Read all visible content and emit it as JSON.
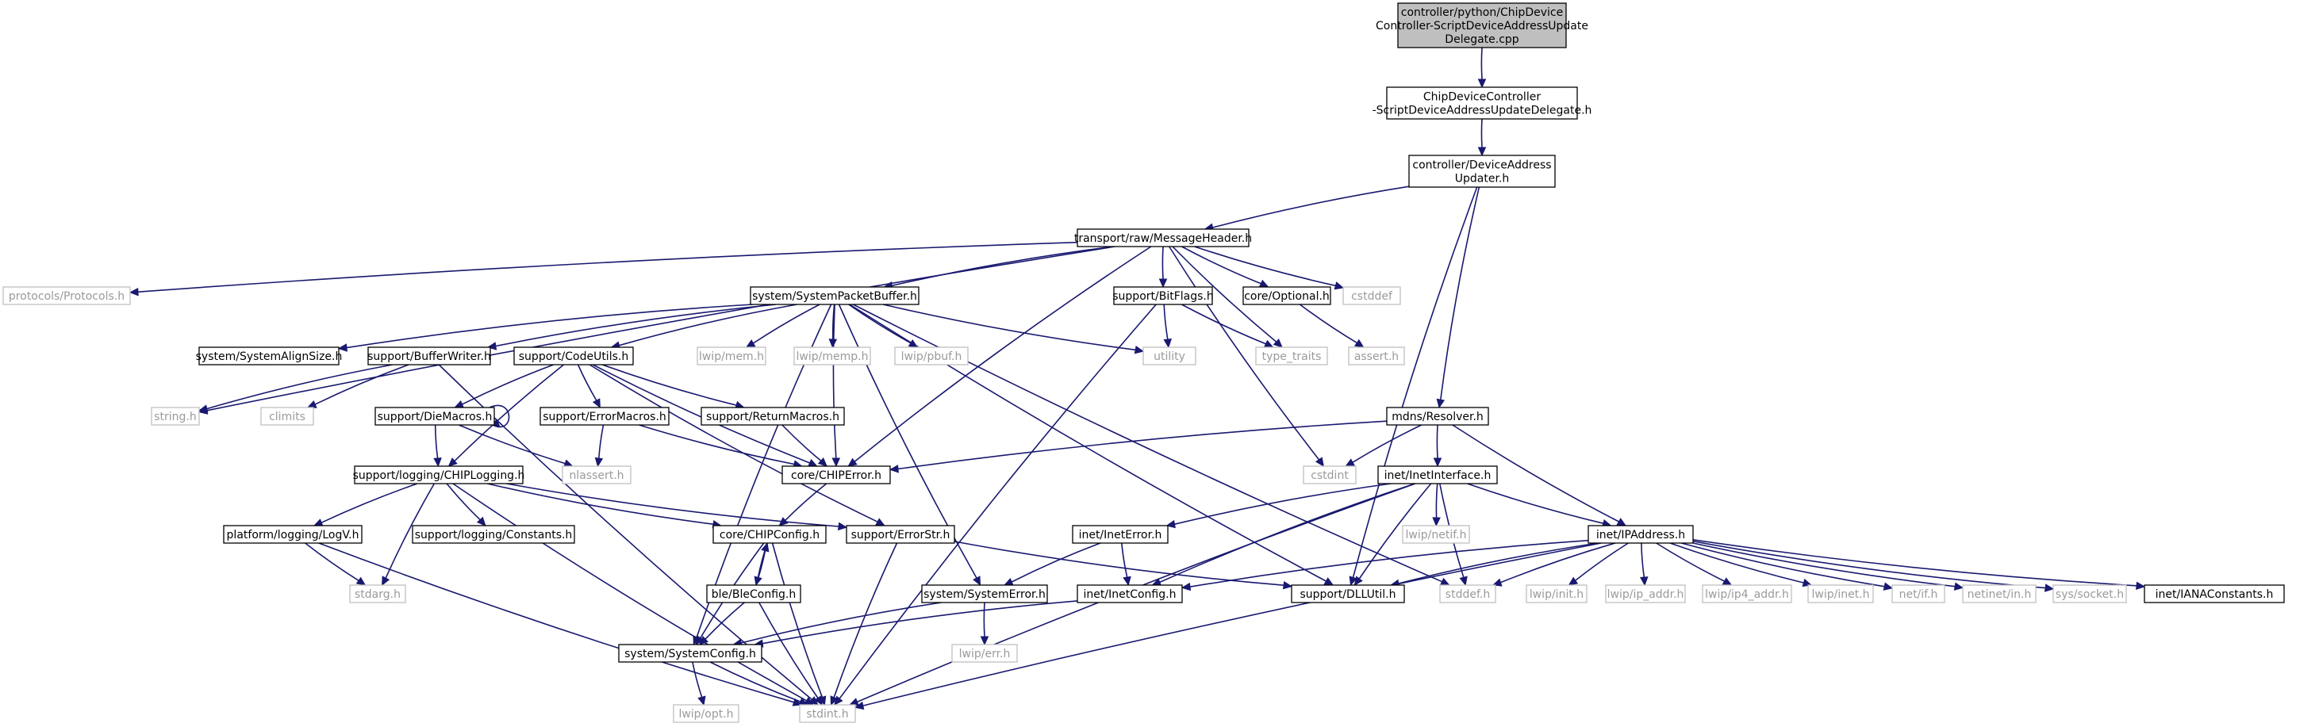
{
  "graph": {
    "nodes": [
      {
        "id": "root",
        "lines": [
          "controller/python/ChipDevice",
          "Controller-ScriptDeviceAddressUpdate",
          "Delegate.cpp"
        ],
        "style": "root"
      },
      {
        "id": "sdaud_h",
        "lines": [
          "ChipDeviceController",
          "-ScriptDeviceAddressUpdateDelegate.h"
        ],
        "style": "normal"
      },
      {
        "id": "dau_h",
        "lines": [
          "controller/DeviceAddress",
          "Updater.h"
        ],
        "style": "normal"
      },
      {
        "id": "msghdr",
        "lines": [
          "transport/raw/MessageHeader.h"
        ],
        "style": "normal"
      },
      {
        "id": "protocols",
        "lines": [
          "protocols/Protocols.h"
        ],
        "style": "external"
      },
      {
        "id": "spb",
        "lines": [
          "system/SystemPacketBuffer.h"
        ],
        "style": "normal"
      },
      {
        "id": "bitflags",
        "lines": [
          "support/BitFlags.h"
        ],
        "style": "normal"
      },
      {
        "id": "optional",
        "lines": [
          "core/Optional.h"
        ],
        "style": "normal"
      },
      {
        "id": "cstddef",
        "lines": [
          "cstddef"
        ],
        "style": "external"
      },
      {
        "id": "string_h",
        "lines": [
          "string.h"
        ],
        "style": "external"
      },
      {
        "id": "sysalign",
        "lines": [
          "system/SystemAlignSize.h"
        ],
        "style": "normal"
      },
      {
        "id": "bufwriter",
        "lines": [
          "support/BufferWriter.h"
        ],
        "style": "normal"
      },
      {
        "id": "codeutils",
        "lines": [
          "support/CodeUtils.h"
        ],
        "style": "normal"
      },
      {
        "id": "lwip_mem",
        "lines": [
          "lwip/mem.h"
        ],
        "style": "external"
      },
      {
        "id": "lwip_memp",
        "lines": [
          "lwip/memp.h"
        ],
        "style": "external"
      },
      {
        "id": "lwip_pbuf",
        "lines": [
          "lwip/pbuf.h"
        ],
        "style": "external"
      },
      {
        "id": "utility",
        "lines": [
          "utility"
        ],
        "style": "external"
      },
      {
        "id": "type_traits",
        "lines": [
          "type_traits"
        ],
        "style": "external"
      },
      {
        "id": "assert_h",
        "lines": [
          "assert.h"
        ],
        "style": "external"
      },
      {
        "id": "climits",
        "lines": [
          "climits"
        ],
        "style": "external"
      },
      {
        "id": "diemacros",
        "lines": [
          "support/DieMacros.h"
        ],
        "style": "normal"
      },
      {
        "id": "errormacros",
        "lines": [
          "support/ErrorMacros.h"
        ],
        "style": "normal"
      },
      {
        "id": "returnmacros",
        "lines": [
          "support/ReturnMacros.h"
        ],
        "style": "normal"
      },
      {
        "id": "resolver",
        "lines": [
          "mdns/Resolver.h"
        ],
        "style": "normal"
      },
      {
        "id": "chiplogging",
        "lines": [
          "support/logging/CHIPLogging.h"
        ],
        "style": "normal"
      },
      {
        "id": "nlassert",
        "lines": [
          "nlassert.h"
        ],
        "style": "external"
      },
      {
        "id": "chiperror",
        "lines": [
          "core/CHIPError.h"
        ],
        "style": "normal"
      },
      {
        "id": "cstdint",
        "lines": [
          "cstdint"
        ],
        "style": "external"
      },
      {
        "id": "inetif",
        "lines": [
          "inet/InetInterface.h"
        ],
        "style": "normal"
      },
      {
        "id": "logv",
        "lines": [
          "platform/logging/LogV.h"
        ],
        "style": "normal"
      },
      {
        "id": "logconst",
        "lines": [
          "support/logging/Constants.h"
        ],
        "style": "normal"
      },
      {
        "id": "chipconfig",
        "lines": [
          "core/CHIPConfig.h"
        ],
        "style": "normal"
      },
      {
        "id": "errorstr",
        "lines": [
          "support/ErrorStr.h"
        ],
        "style": "normal"
      },
      {
        "id": "ineterror",
        "lines": [
          "inet/InetError.h"
        ],
        "style": "normal"
      },
      {
        "id": "lwip_netif",
        "lines": [
          "lwip/netif.h"
        ],
        "style": "external"
      },
      {
        "id": "ipaddr",
        "lines": [
          "inet/IPAddress.h"
        ],
        "style": "normal"
      },
      {
        "id": "stdarg",
        "lines": [
          "stdarg.h"
        ],
        "style": "external"
      },
      {
        "id": "bleconfig",
        "lines": [
          "ble/BleConfig.h"
        ],
        "style": "normal"
      },
      {
        "id": "syserror",
        "lines": [
          "system/SystemError.h"
        ],
        "style": "normal"
      },
      {
        "id": "inetconfig",
        "lines": [
          "inet/InetConfig.h"
        ],
        "style": "normal"
      },
      {
        "id": "dllutil",
        "lines": [
          "support/DLLUtil.h"
        ],
        "style": "normal"
      },
      {
        "id": "stddef",
        "lines": [
          "stddef.h"
        ],
        "style": "external"
      },
      {
        "id": "lwip_init",
        "lines": [
          "lwip/init.h"
        ],
        "style": "external"
      },
      {
        "id": "lwip_ipaddr",
        "lines": [
          "lwip/ip_addr.h"
        ],
        "style": "external"
      },
      {
        "id": "lwip_ip4addr",
        "lines": [
          "lwip/ip4_addr.h"
        ],
        "style": "external"
      },
      {
        "id": "lwip_inet",
        "lines": [
          "lwip/inet.h"
        ],
        "style": "external"
      },
      {
        "id": "net_if",
        "lines": [
          "net/if.h"
        ],
        "style": "external"
      },
      {
        "id": "netinet_in",
        "lines": [
          "netinet/in.h"
        ],
        "style": "external"
      },
      {
        "id": "sys_socket",
        "lines": [
          "sys/socket.h"
        ],
        "style": "external"
      },
      {
        "id": "ianaconst",
        "lines": [
          "inet/IANAConstants.h"
        ],
        "style": "normal"
      },
      {
        "id": "lwip_err",
        "lines": [
          "lwip/err.h"
        ],
        "style": "external"
      },
      {
        "id": "sysconfig",
        "lines": [
          "system/SystemConfig.h"
        ],
        "style": "normal"
      },
      {
        "id": "lwip_opt",
        "lines": [
          "lwip/opt.h"
        ],
        "style": "external"
      },
      {
        "id": "stdint",
        "lines": [
          "stdint.h"
        ],
        "style": "external"
      }
    ],
    "edges": [
      [
        "root",
        "sdaud_h"
      ],
      [
        "sdaud_h",
        "dau_h"
      ],
      [
        "dau_h",
        "msghdr"
      ],
      [
        "dau_h",
        "resolver"
      ],
      [
        "dau_h",
        "dllutil"
      ],
      [
        "msghdr",
        "protocols"
      ],
      [
        "msghdr",
        "spb"
      ],
      [
        "msghdr",
        "bitflags"
      ],
      [
        "msghdr",
        "optional"
      ],
      [
        "msghdr",
        "cstddef"
      ],
      [
        "msghdr",
        "string_h"
      ],
      [
        "msghdr",
        "chiperror"
      ],
      [
        "msghdr",
        "type_traits"
      ],
      [
        "msghdr",
        "cstdint"
      ],
      [
        "spb",
        "sysalign"
      ],
      [
        "spb",
        "bufwriter"
      ],
      [
        "spb",
        "codeutils"
      ],
      [
        "spb",
        "lwip_mem"
      ],
      [
        "spb",
        "lwip_memp"
      ],
      [
        "spb",
        "lwip_pbuf"
      ],
      [
        "spb",
        "utility"
      ],
      [
        "spb",
        "chiperror"
      ],
      [
        "spb",
        "syserror"
      ],
      [
        "spb",
        "dllutil"
      ],
      [
        "spb",
        "stddef"
      ],
      [
        "spb",
        "sysconfig"
      ],
      [
        "bitflags",
        "utility"
      ],
      [
        "bitflags",
        "type_traits"
      ],
      [
        "bitflags",
        "stdint"
      ],
      [
        "optional",
        "assert_h"
      ],
      [
        "bufwriter",
        "string_h"
      ],
      [
        "bufwriter",
        "climits"
      ],
      [
        "bufwriter",
        "stdint"
      ],
      [
        "codeutils",
        "diemacros"
      ],
      [
        "codeutils",
        "errormacros"
      ],
      [
        "codeutils",
        "returnmacros"
      ],
      [
        "codeutils",
        "chiperror"
      ],
      [
        "codeutils",
        "chiplogging"
      ],
      [
        "codeutils",
        "errorstr"
      ],
      [
        "diemacros",
        "diemacros"
      ],
      [
        "diemacros",
        "nlassert"
      ],
      [
        "diemacros",
        "chiplogging"
      ],
      [
        "errormacros",
        "nlassert"
      ],
      [
        "errormacros",
        "chiperror"
      ],
      [
        "returnmacros",
        "chiperror"
      ],
      [
        "chiperror",
        "chipconfig"
      ],
      [
        "chiplogging",
        "logv"
      ],
      [
        "chiplogging",
        "logconst"
      ],
      [
        "chiplogging",
        "chipconfig"
      ],
      [
        "chiplogging",
        "errorstr"
      ],
      [
        "chiplogging",
        "stdarg"
      ],
      [
        "chiplogging",
        "stdint"
      ],
      [
        "logv",
        "stdarg"
      ],
      [
        "logv",
        "stdint"
      ],
      [
        "chipconfig",
        "bleconfig"
      ],
      [
        "chipconfig",
        "sysconfig"
      ],
      [
        "chipconfig",
        "stdint"
      ],
      [
        "bleconfig",
        "chipconfig"
      ],
      [
        "bleconfig",
        "sysconfig"
      ],
      [
        "bleconfig",
        "stdint"
      ],
      [
        "errorstr",
        "dllutil"
      ],
      [
        "errorstr",
        "stdint"
      ],
      [
        "resolver",
        "chiperror"
      ],
      [
        "resolver",
        "cstdint"
      ],
      [
        "resolver",
        "inetif"
      ],
      [
        "resolver",
        "ipaddr"
      ],
      [
        "inetif",
        "ineterror"
      ],
      [
        "inetif",
        "lwip_netif"
      ],
      [
        "inetif",
        "ipaddr"
      ],
      [
        "inetif",
        "inetconfig"
      ],
      [
        "inetif",
        "dllutil"
      ],
      [
        "inetif",
        "stddef"
      ],
      [
        "inetif",
        "stdint"
      ],
      [
        "ineterror",
        "inetconfig"
      ],
      [
        "ineterror",
        "syserror"
      ],
      [
        "ipaddr",
        "inetconfig"
      ],
      [
        "ipaddr",
        "dllutil"
      ],
      [
        "ipaddr",
        "stddef"
      ],
      [
        "ipaddr",
        "lwip_init"
      ],
      [
        "ipaddr",
        "lwip_ipaddr"
      ],
      [
        "ipaddr",
        "lwip_ip4addr"
      ],
      [
        "ipaddr",
        "lwip_inet"
      ],
      [
        "ipaddr",
        "net_if"
      ],
      [
        "ipaddr",
        "netinet_in"
      ],
      [
        "ipaddr",
        "sys_socket"
      ],
      [
        "ipaddr",
        "ianaconst"
      ],
      [
        "ipaddr",
        "stdint"
      ],
      [
        "inetconfig",
        "sysconfig"
      ],
      [
        "syserror",
        "sysconfig"
      ],
      [
        "syserror",
        "lwip_err"
      ],
      [
        "sysconfig",
        "lwip_opt"
      ],
      [
        "sysconfig",
        "stdint"
      ]
    ]
  }
}
